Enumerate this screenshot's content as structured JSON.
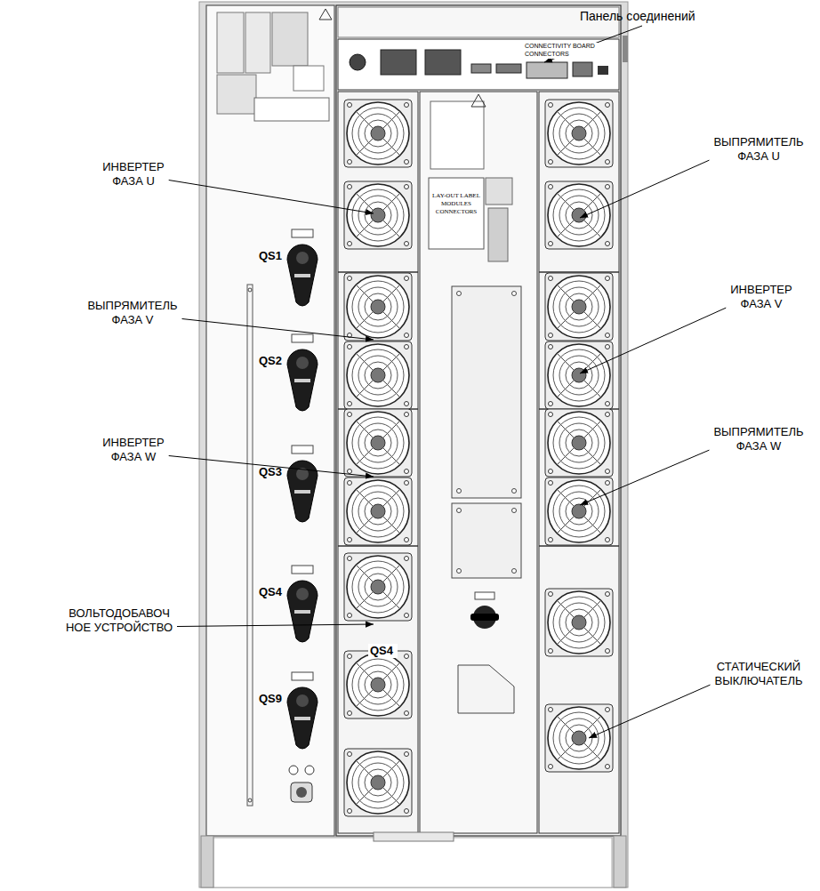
{
  "diagram": {
    "labels": [
      "Панель соединений",
      "CONNECTIVITY BOARD CONNECTORS",
      "ИНВЕРТЕР ФАЗА U",
      "ВЫПРЯМИТЕЛЬ ФАЗА U",
      "QS1",
      "ВЫПРЯМИТЕЛЬ ФАЗА V",
      "LAY-OUT LABEL MODULES CONNECTORS",
      "ИНВЕРТЕР ФАЗА V",
      "QS2",
      "ИНВЕРТЕР ФАЗА W",
      "ВЫПРЯМИТЕЛЬ ФАЗА W",
      "QS3",
      "QS4",
      "ВОЛЬТОДОБАВОЧ НОЕ УСТРОЙСТВО",
      "QS4",
      "СТАТИЧЕСКИЙ ВЫКЛЮЧАТЕЛЬ",
      "QS9"
    ]
  }
}
